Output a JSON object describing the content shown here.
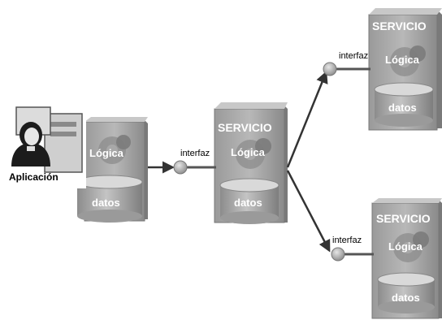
{
  "app": {
    "label": "Aplicación"
  },
  "client": {
    "logic_label": "Lógica",
    "data_label": "datos"
  },
  "services": [
    {
      "title": "SERVICIO",
      "logic_label": "Lógica",
      "data_label": "datos",
      "interface_label": "interfaz"
    },
    {
      "title": "SERVICIO",
      "logic_label": "Lógica",
      "data_label": "datos",
      "interface_label": "interfaz"
    },
    {
      "title": "SERVICIO",
      "logic_label": "Lógica",
      "data_label": "datos",
      "interface_label": "interfaz"
    }
  ]
}
